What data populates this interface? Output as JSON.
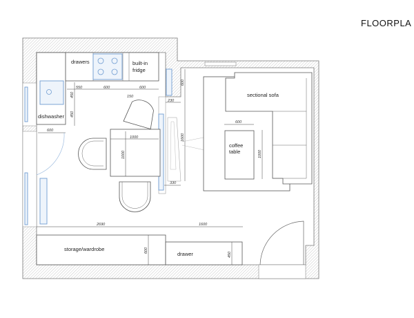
{
  "title": "FLOORPLA",
  "labels": {
    "drawers": "drawers",
    "fridge_line1": "built-in",
    "fridge_line2": "fridge",
    "dishwasher": "dishwasher",
    "sofa": "sectional sofa",
    "coffee_line1": "coffee",
    "coffee_line2": "table",
    "storage": "storage/wardrobe",
    "drawer": "drawer"
  },
  "dimensions": {
    "d550": "550",
    "d600a": "600",
    "d600b": "600",
    "d150": "150",
    "d450a": "450",
    "d450b": "450",
    "d600c": "600",
    "d600d": "600",
    "d230": "230",
    "d1600": "1600",
    "d330": "330",
    "d1000a": "1000",
    "d1000b": "1000",
    "d600e": "600",
    "d1000c": "1000",
    "d2690": "2690",
    "d1600b": "1600",
    "d600f": "600",
    "d450c": "450"
  },
  "colors": {
    "wall_hatch": "#bbbbbb",
    "fixture_blue": "#6e9bd1"
  }
}
